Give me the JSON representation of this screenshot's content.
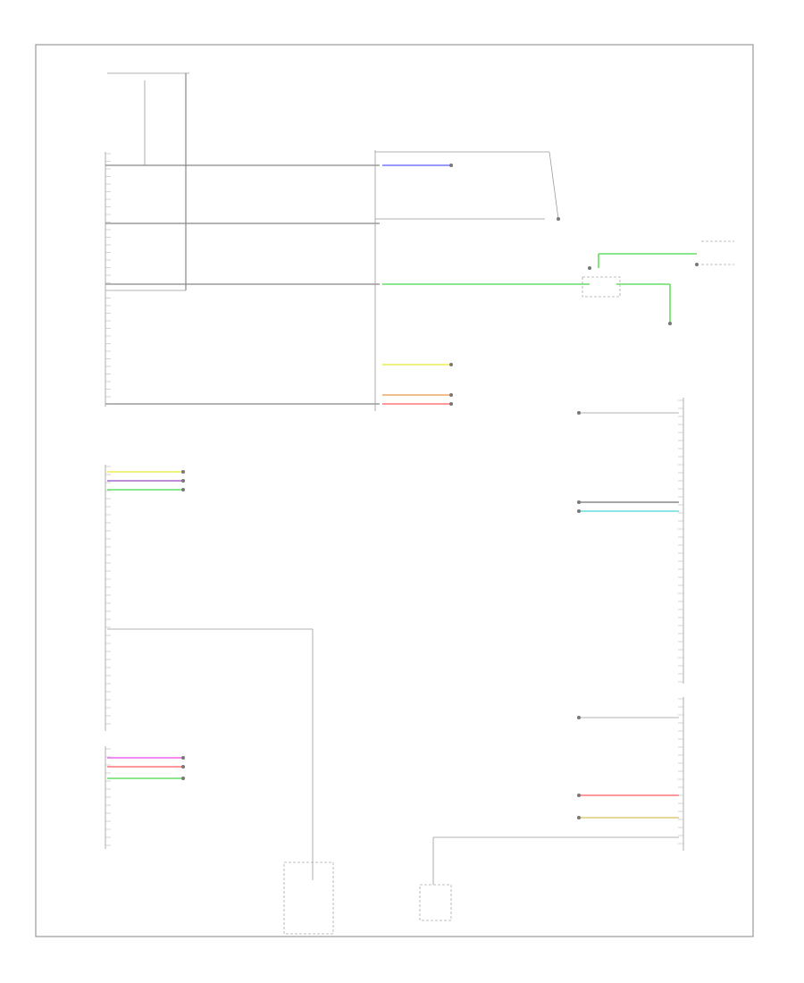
{
  "diagram": {
    "title": "",
    "footer_code": "",
    "texts": {
      "top_bus_label": "",
      "top_fuse_label_1": "",
      "top_fuse_label_2": "",
      "right_top_comp": "",
      "left_block_name": "",
      "right_block_name": "",
      "bottom_comp_1": "",
      "bottom_comp_2": "",
      "system_refs": []
    },
    "wires": [
      {
        "id": "w1",
        "color": "#7777ff"
      },
      {
        "id": "w2",
        "color": "#66dd66"
      },
      {
        "id": "w3",
        "color": "#eeee55"
      },
      {
        "id": "w4",
        "color": "#eeaa66"
      },
      {
        "id": "w5",
        "color": "#ff7777"
      },
      {
        "id": "w6",
        "color": "#eeee55"
      },
      {
        "id": "w7",
        "color": "#aa66cc"
      },
      {
        "id": "w8",
        "color": "#66dd66"
      },
      {
        "id": "w9",
        "color": "#ee66ee"
      },
      {
        "id": "w10",
        "color": "#ff7777"
      },
      {
        "id": "w11",
        "color": "#66dd66"
      },
      {
        "id": "w12",
        "color": "#66dddd"
      },
      {
        "id": "w13",
        "color": "#ff7777"
      },
      {
        "id": "w14",
        "color": "#ddcc77"
      }
    ]
  }
}
